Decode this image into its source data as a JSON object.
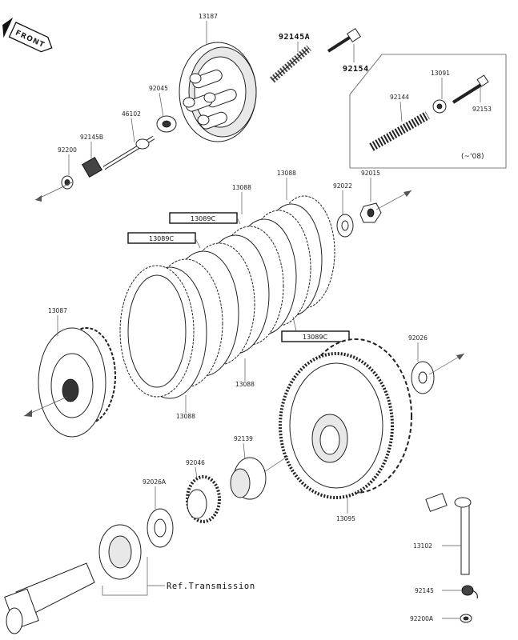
{
  "front_badge": "FRONT",
  "ref_note": "Ref.Transmission",
  "variant_note": "(~'08)",
  "callouts": {
    "c13187": "13187",
    "c92145A": "92145A",
    "c92154": "92154",
    "c92045": "92045",
    "c46102": "46102",
    "c92145B": "92145B",
    "c92200": "92200",
    "c13091": "13091",
    "c92144": "92144",
    "c92153": "92153",
    "c13088_top": "13088",
    "c13088_mid": "13088",
    "c92015": "92015",
    "c92022": "92022",
    "c13089C_a": "13089C",
    "c13089C_b": "13089C",
    "c13089C_c": "13089C",
    "c13087": "13087",
    "c13088_low": "13088",
    "c13088_bot": "13088",
    "c92026": "92026",
    "c92139": "92139",
    "c92046": "92046",
    "c92026A": "92026A",
    "c13095": "13095",
    "c13102": "13102",
    "c92145": "92145",
    "c92200A": "92200A"
  }
}
